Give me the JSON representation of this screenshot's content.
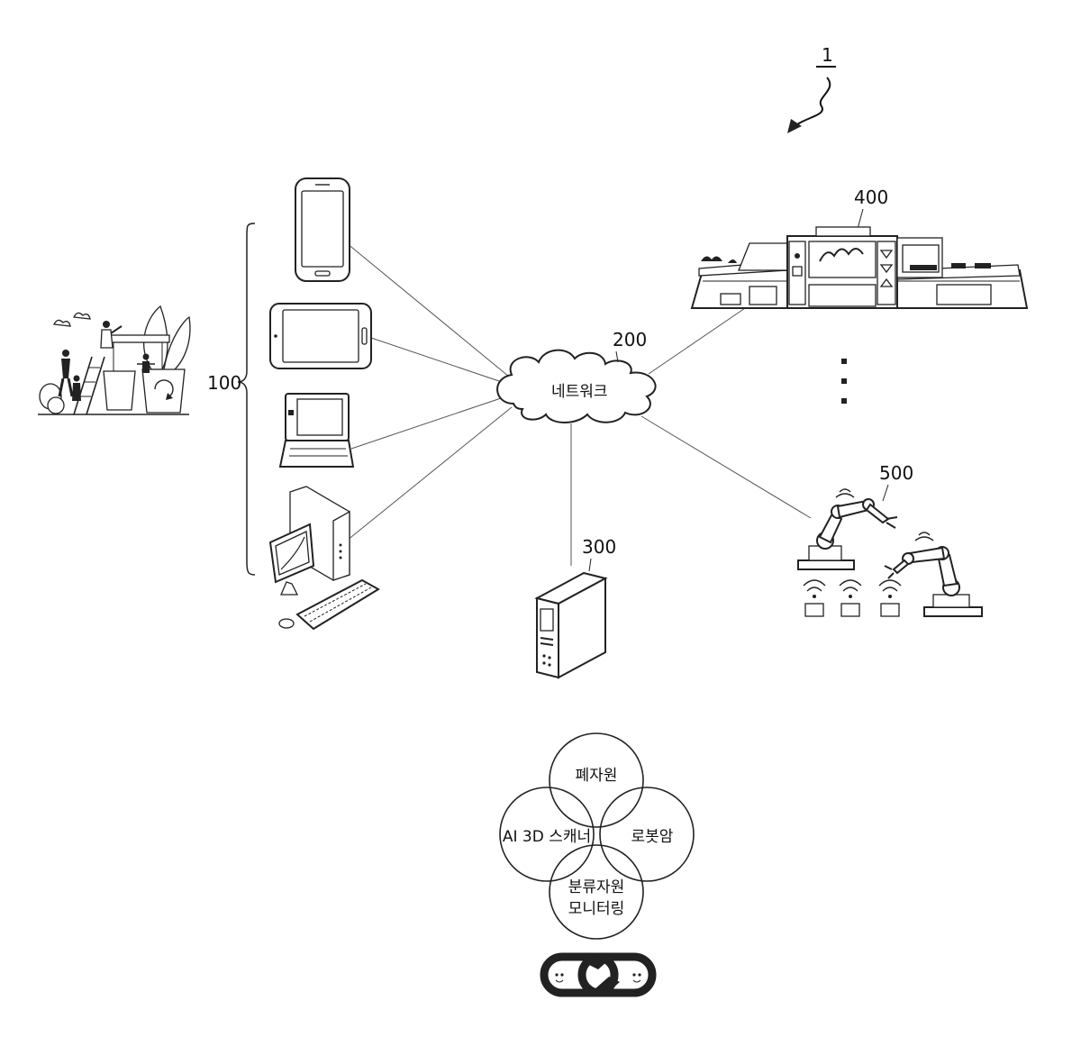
{
  "diagram": {
    "system_ref": "1",
    "client_group_ref": "100",
    "network": {
      "ref": "200",
      "label": "네트워크"
    },
    "server_ref": "300",
    "factory_ref": "400",
    "robots_ref": "500",
    "ellipsis": ":",
    "venn": {
      "top": "폐자원",
      "left": "AI 3D 스캐너",
      "right": "로봇암",
      "bottom_line1": "분류자원",
      "bottom_line2": "모니터링"
    }
  }
}
